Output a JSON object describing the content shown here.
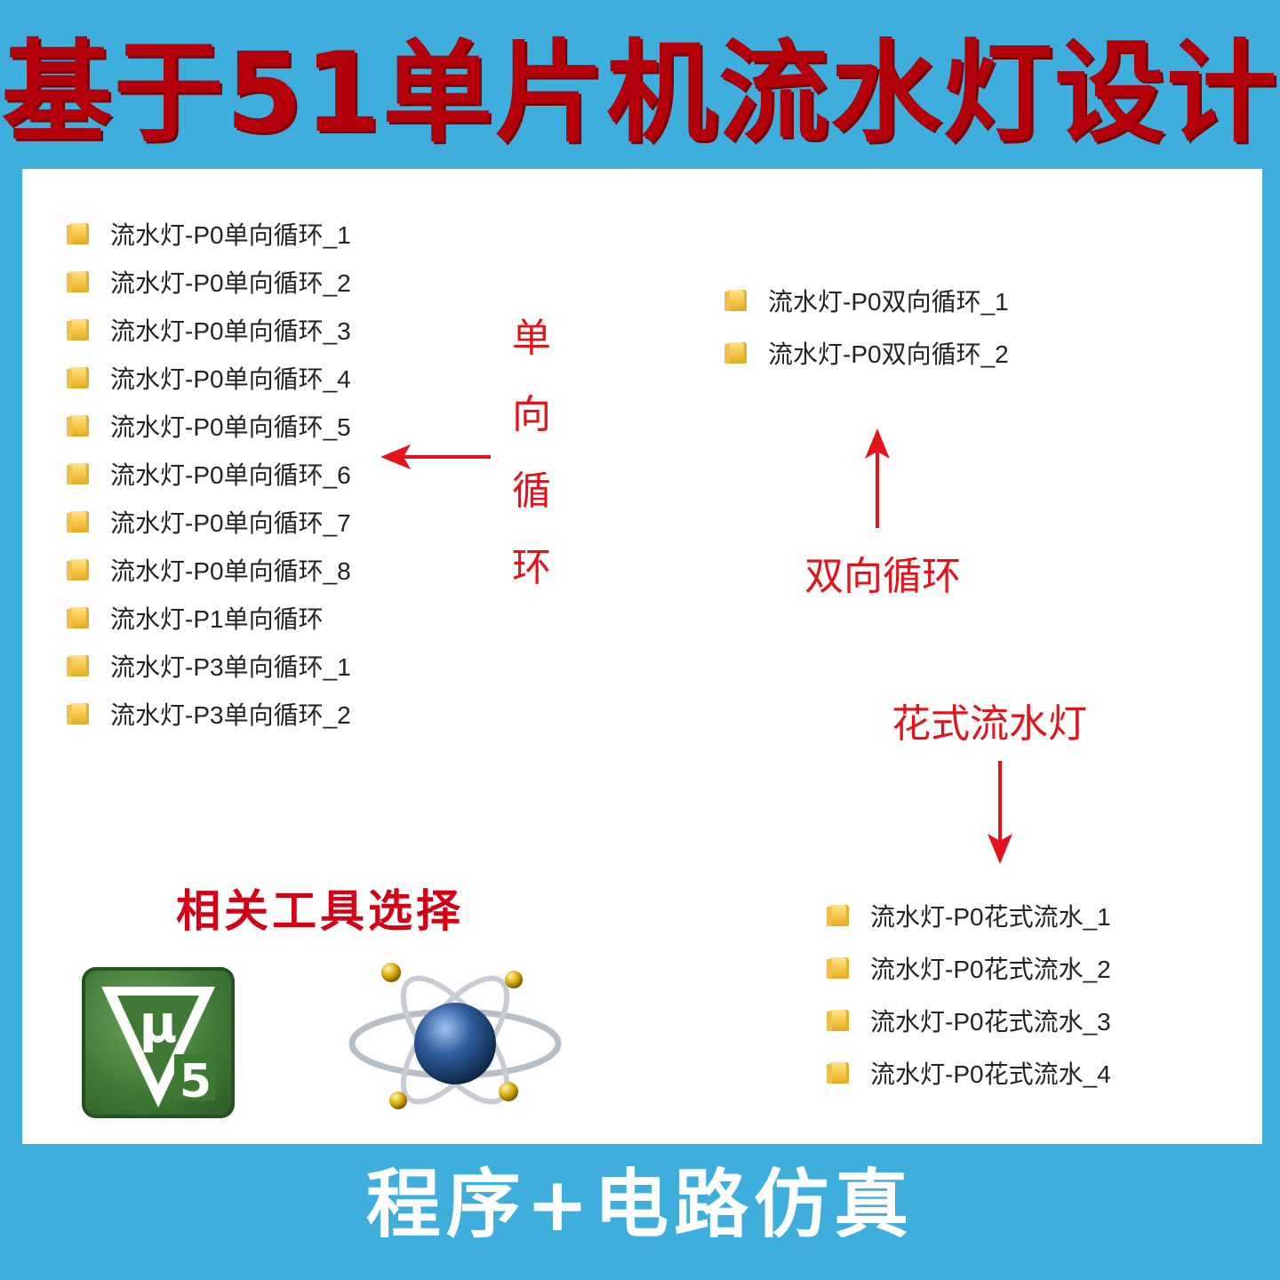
{
  "title": "基于51单片机流水灯设计",
  "groups": {
    "single": {
      "items": [
        "流水灯-P0单向循环_1",
        "流水灯-P0单向循环_2",
        "流水灯-P0单向循环_3",
        "流水灯-P0单向循环_4",
        "流水灯-P0单向循环_5",
        "流水灯-P0单向循环_6",
        "流水灯-P0单向循环_7",
        "流水灯-P0单向循环_8",
        "流水灯-P1单向循环",
        "流水灯-P3单向循环_1",
        "流水灯-P3单向循环_2"
      ],
      "label_chars": [
        "单",
        "向",
        "循",
        "环"
      ]
    },
    "double": {
      "items": [
        "流水灯-P0双向循环_1",
        "流水灯-P0双向循环_2"
      ],
      "label": "双向循环"
    },
    "fancy": {
      "items": [
        "流水灯-P0花式流水_1",
        "流水灯-P0花式流水_2",
        "流水灯-P0花式流水_3",
        "流水灯-P0花式流水_4"
      ],
      "label": "花式流水灯"
    }
  },
  "tools": {
    "title": "相关工具选择",
    "keil_logo_text": "5"
  },
  "bottom_title": "程序+电路仿真",
  "colors": {
    "background": "#3eaedc",
    "title_red": "#b3000a",
    "annotation_red": "#e3131b",
    "folder_yellow": "#f4c242"
  },
  "icons": [
    "folder-icon",
    "arrow-left-icon",
    "arrow-up-icon",
    "arrow-down-icon",
    "keil-uvision5-logo",
    "proteus-logo"
  ]
}
